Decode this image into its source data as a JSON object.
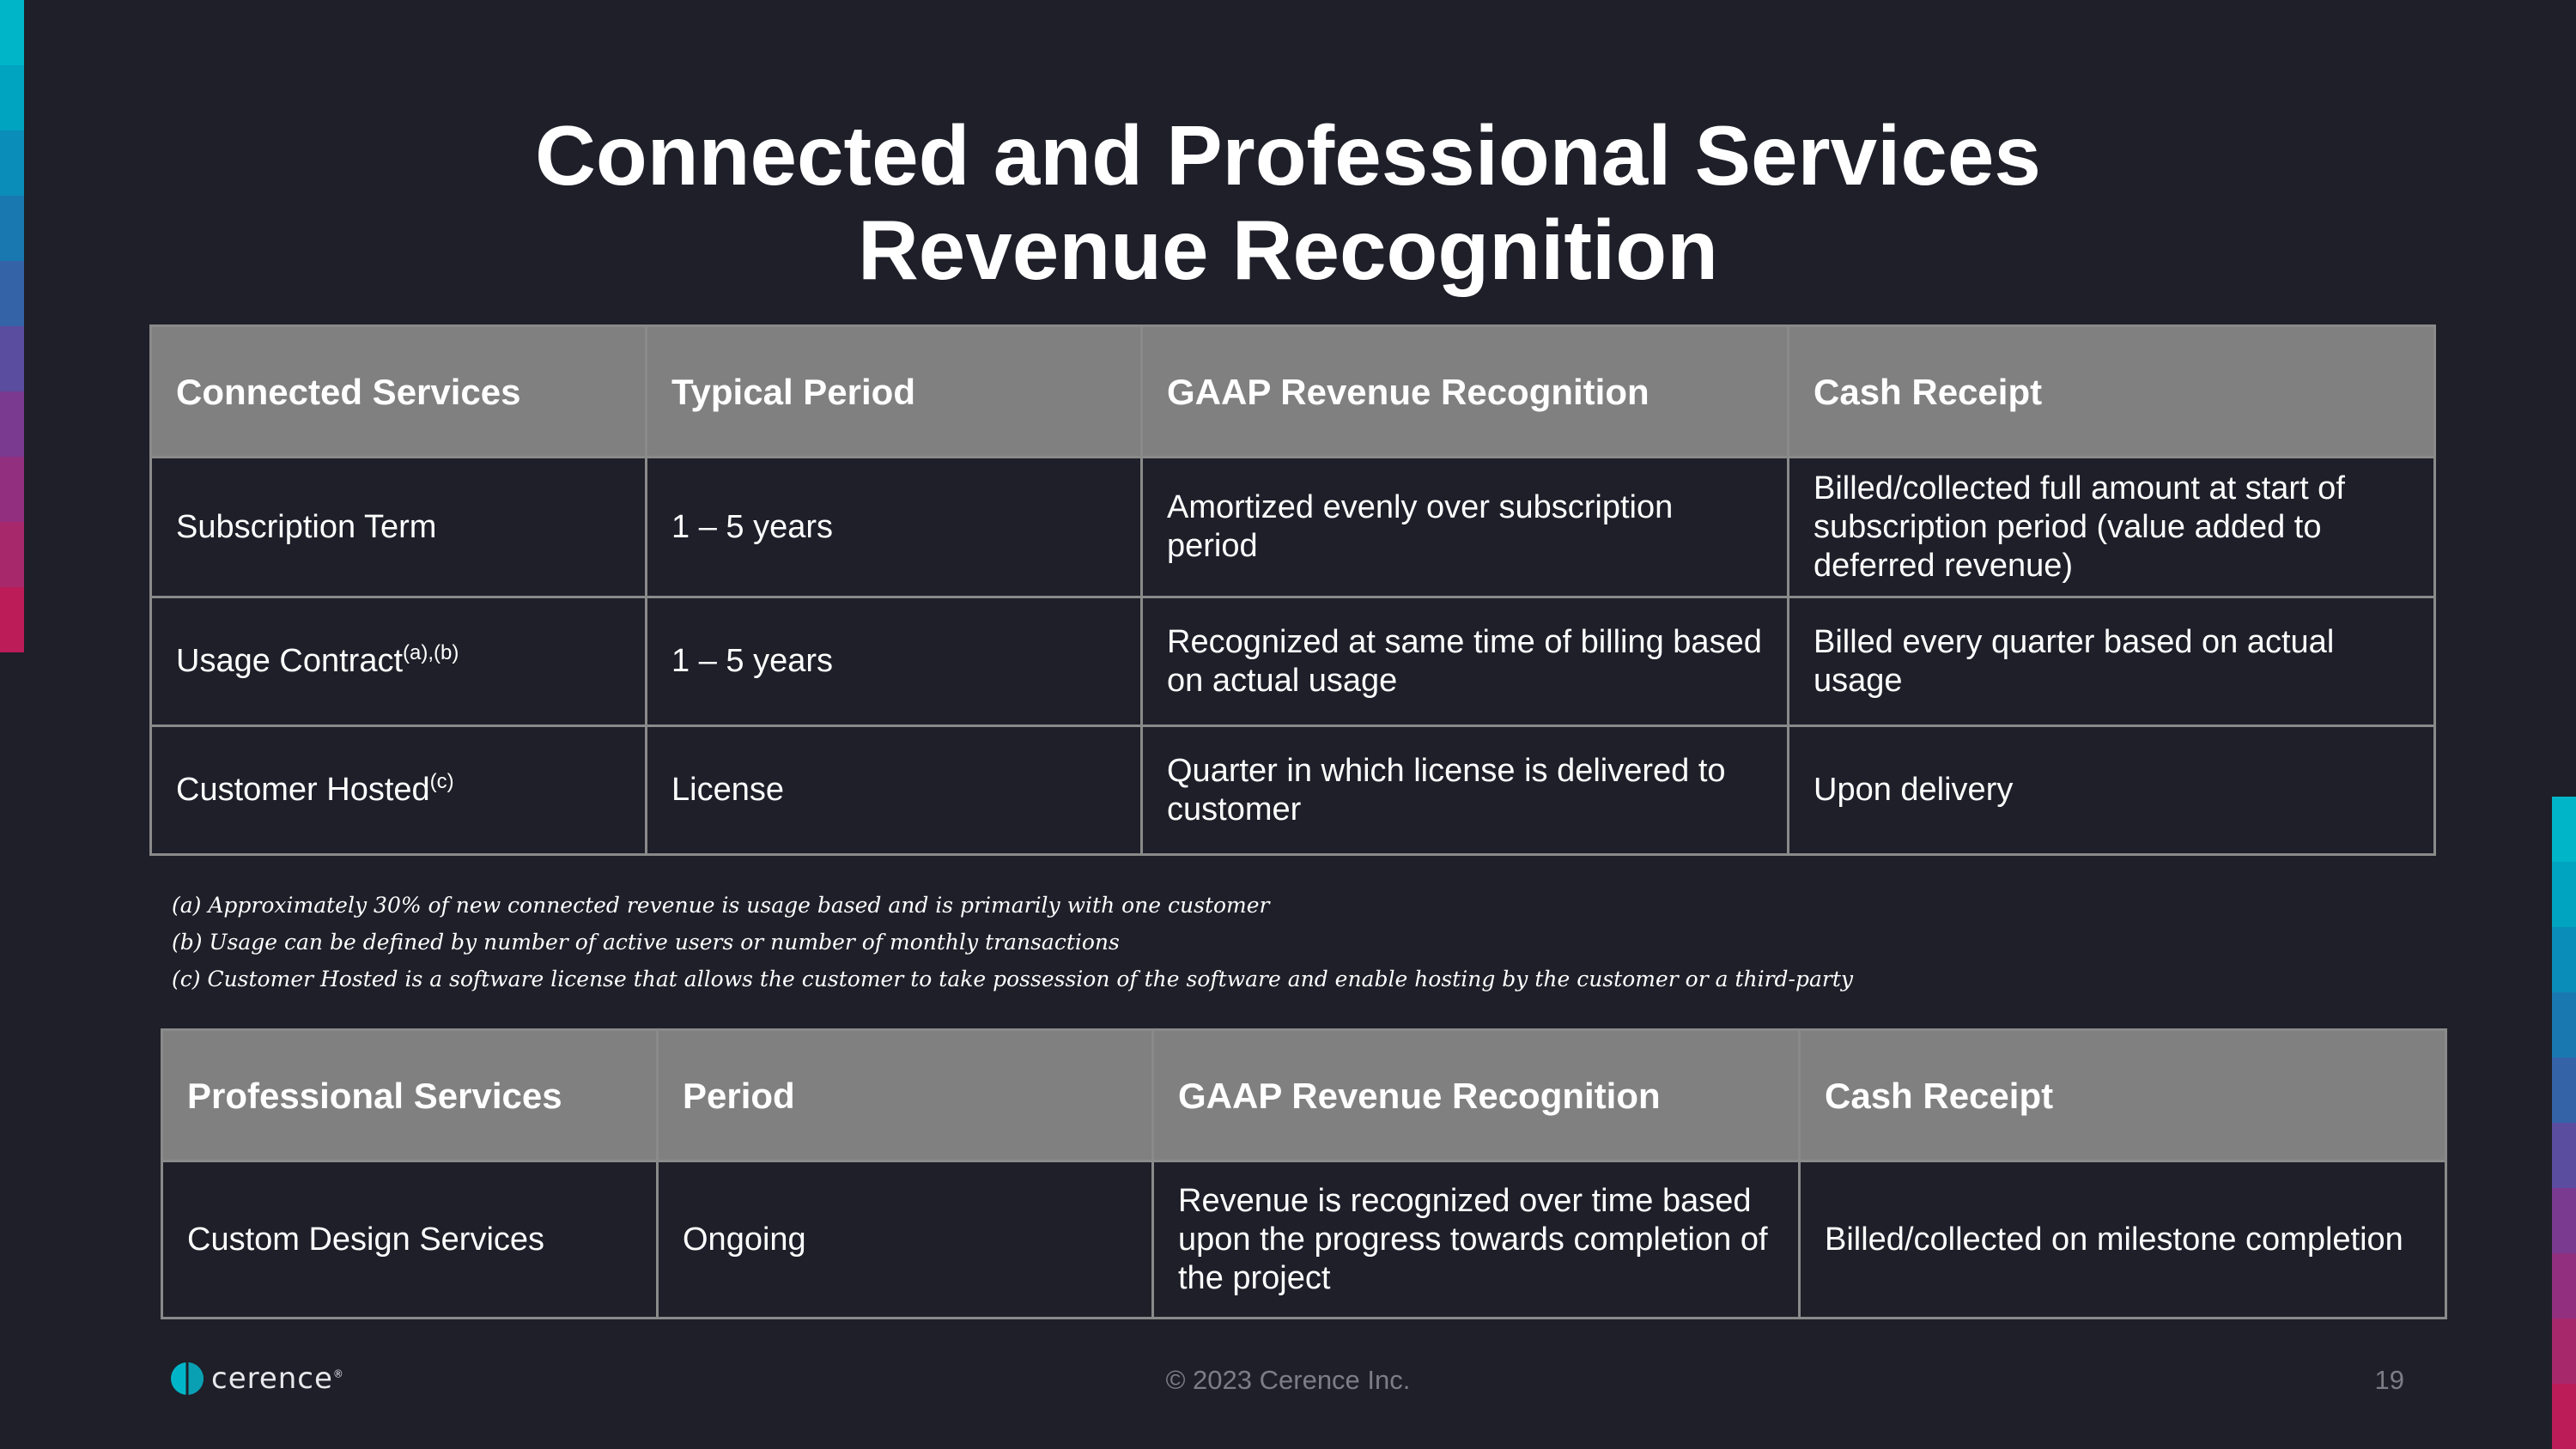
{
  "title": {
    "line1": "Connected and Professional Services",
    "line2": "Revenue Recognition"
  },
  "connected_table": {
    "headers": [
      "Connected Services",
      "Typical Period",
      "GAAP Revenue Recognition",
      "Cash Receipt"
    ],
    "rows": [
      {
        "service": "Subscription Term",
        "service_note": "",
        "period": "1 – 5 years",
        "gaap": "Amortized evenly over subscription period",
        "cash": "Billed/collected full amount at start of subscription period (value added to deferred revenue)"
      },
      {
        "service": "Usage Contract",
        "service_note": "(a),(b)",
        "period": "1 – 5 years",
        "gaap": "Recognized at same time of billing based on actual usage",
        "cash": "Billed every quarter based on actual usage"
      },
      {
        "service": "Customer Hosted",
        "service_note": "(c)",
        "period": "License",
        "gaap": "Quarter in which license is delivered to customer",
        "cash": "Upon delivery"
      }
    ]
  },
  "footnotes": [
    "(a) Approximately 30% of new connected revenue is usage based and is primarily with one customer",
    "(b) Usage can be defined by number of active users or number of monthly transactions",
    "(c) Customer Hosted is a software license that allows the customer to take possession of the software and enable hosting by the customer or a third-party"
  ],
  "professional_table": {
    "headers": [
      "Professional Services",
      "Period",
      "GAAP Revenue Recognition",
      "Cash Receipt"
    ],
    "rows": [
      {
        "service": "Custom Design Services",
        "period": "Ongoing",
        "gaap": "Revenue is recognized over time based upon the progress towards completion of the project",
        "cash": "Billed/collected on milestone completion"
      }
    ]
  },
  "footer": {
    "logo_text": "cerence",
    "logo_tm": "®",
    "copyright": "© 2023 Cerence Inc.",
    "page_number": "19"
  },
  "colors": {
    "background": "#1e1f29",
    "header_fill": "#808080",
    "stripe": [
      "#00b5c8",
      "#00a3c0",
      "#0a8db8",
      "#1a78b0",
      "#3563a8",
      "#5a4c9e",
      "#7a3a90",
      "#92307f",
      "#a8286c",
      "#bc1c58"
    ]
  }
}
